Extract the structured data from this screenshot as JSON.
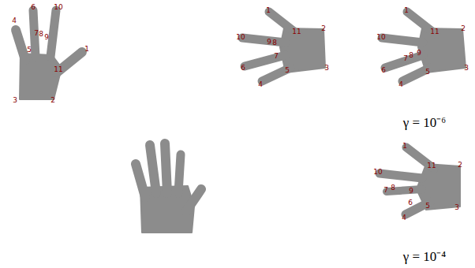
{
  "diagram": {
    "labels": [
      "1",
      "2",
      "3",
      "4",
      "5",
      "6",
      "7",
      "8",
      "9",
      "10",
      "11",
      "1",
      "2",
      "3",
      "4",
      "5",
      "6",
      "7",
      "8",
      "9",
      "10",
      "11",
      "1",
      "2",
      "3",
      "4",
      "5",
      "6",
      "7",
      "8",
      "9",
      "10",
      "11",
      "1",
      "2",
      "3",
      "4",
      "5",
      "6",
      "7",
      "8",
      "9",
      "10",
      "11",
      "γ = 10⁻⁶",
      "γ = 10⁻⁴"
    ]
  }
}
